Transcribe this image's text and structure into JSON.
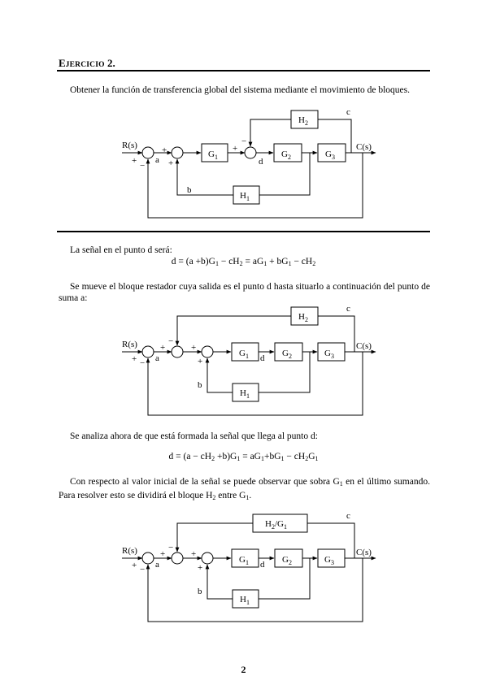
{
  "heading": {
    "first": "E",
    "rest": "JERCICIO",
    "num": " 2."
  },
  "intro": "Obtener la función de transferencia global del sistema mediante el movimiento de bloques.",
  "p1": "La señal en el punto d será:",
  "eq1": {
    "lhs": "d = (a +b)G",
    "s1": "1",
    "m1": " − cH",
    "s2": "2",
    "m2": " = aG",
    "s3": "1",
    "m3": " + bG",
    "s4": "1",
    "m4": " − cH",
    "s5": "2"
  },
  "p2": "Se mueve el bloque restador cuya salida es el punto d hasta situarlo a continuación del punto de suma a:",
  "p3": "Se analiza ahora de que está formada la señal que llega al punto d:",
  "eq2": {
    "lhs": "d = (a − cH",
    "s1": "2",
    "m1": " +b)G",
    "s2": "1",
    "m2": " = aG",
    "s3": "1",
    "m3": "+bG",
    "s4": "1",
    "m4": " − cH",
    "s5": "2",
    "m5": "G",
    "s6": "1"
  },
  "p4": {
    "a": "Con respecto al valor inicial de la señal se puede observar que sobra G",
    "s1": "1",
    "b": " en el último sumando. Para resolver esto se dividirá el bloque H",
    "s2": "2",
    "c": " entre G",
    "s3": "1",
    "d": "."
  },
  "diagram_labels": {
    "R": "R(s)",
    "C": "C(s)",
    "a": "a",
    "b": "b",
    "c": "c",
    "d": "d",
    "plus": "+",
    "minus": "−",
    "G": "G",
    "H": "H",
    "one": "1",
    "two": "2",
    "three": "3",
    "H2G1": "H",
    "slash": "/G"
  },
  "page_number": "2"
}
